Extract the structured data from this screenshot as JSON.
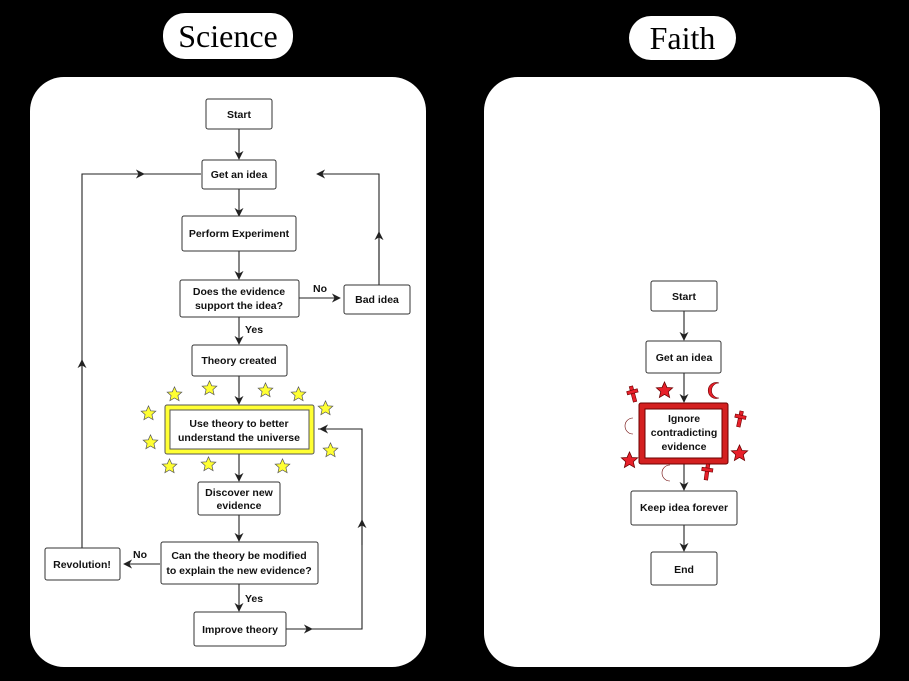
{
  "titles": {
    "science": "Science",
    "faith": "Faith"
  },
  "science": {
    "start": "Start",
    "get_idea": "Get an idea",
    "perform_experiment": "Perform Experiment",
    "evidence_q_line1": "Does the evidence",
    "evidence_q_line2": "support the idea?",
    "bad_idea": "Bad idea",
    "no1": "No",
    "yes1": "Yes",
    "theory_created": "Theory created",
    "use_theory_line1": "Use theory to better",
    "use_theory_line2": "understand the universe",
    "discover_line1": "Discover new",
    "discover_line2": "evidence",
    "modify_q_line1": "Can the theory be modified",
    "modify_q_line2": "to explain the new evidence?",
    "revolution": "Revolution!",
    "no2": "No",
    "yes2": "Yes",
    "improve_theory": "Improve theory"
  },
  "faith": {
    "start": "Start",
    "get_idea": "Get an idea",
    "ignore_line1": "Ignore",
    "ignore_line2": "contradicting",
    "ignore_line3": "evidence",
    "keep_idea": "Keep idea forever",
    "end": "End"
  },
  "colors": {
    "background": "#000000",
    "panel": "#ffffff",
    "highlight_yellow": "#ffff33",
    "highlight_red": "#d42020",
    "symbol_red": "#e8202a"
  }
}
